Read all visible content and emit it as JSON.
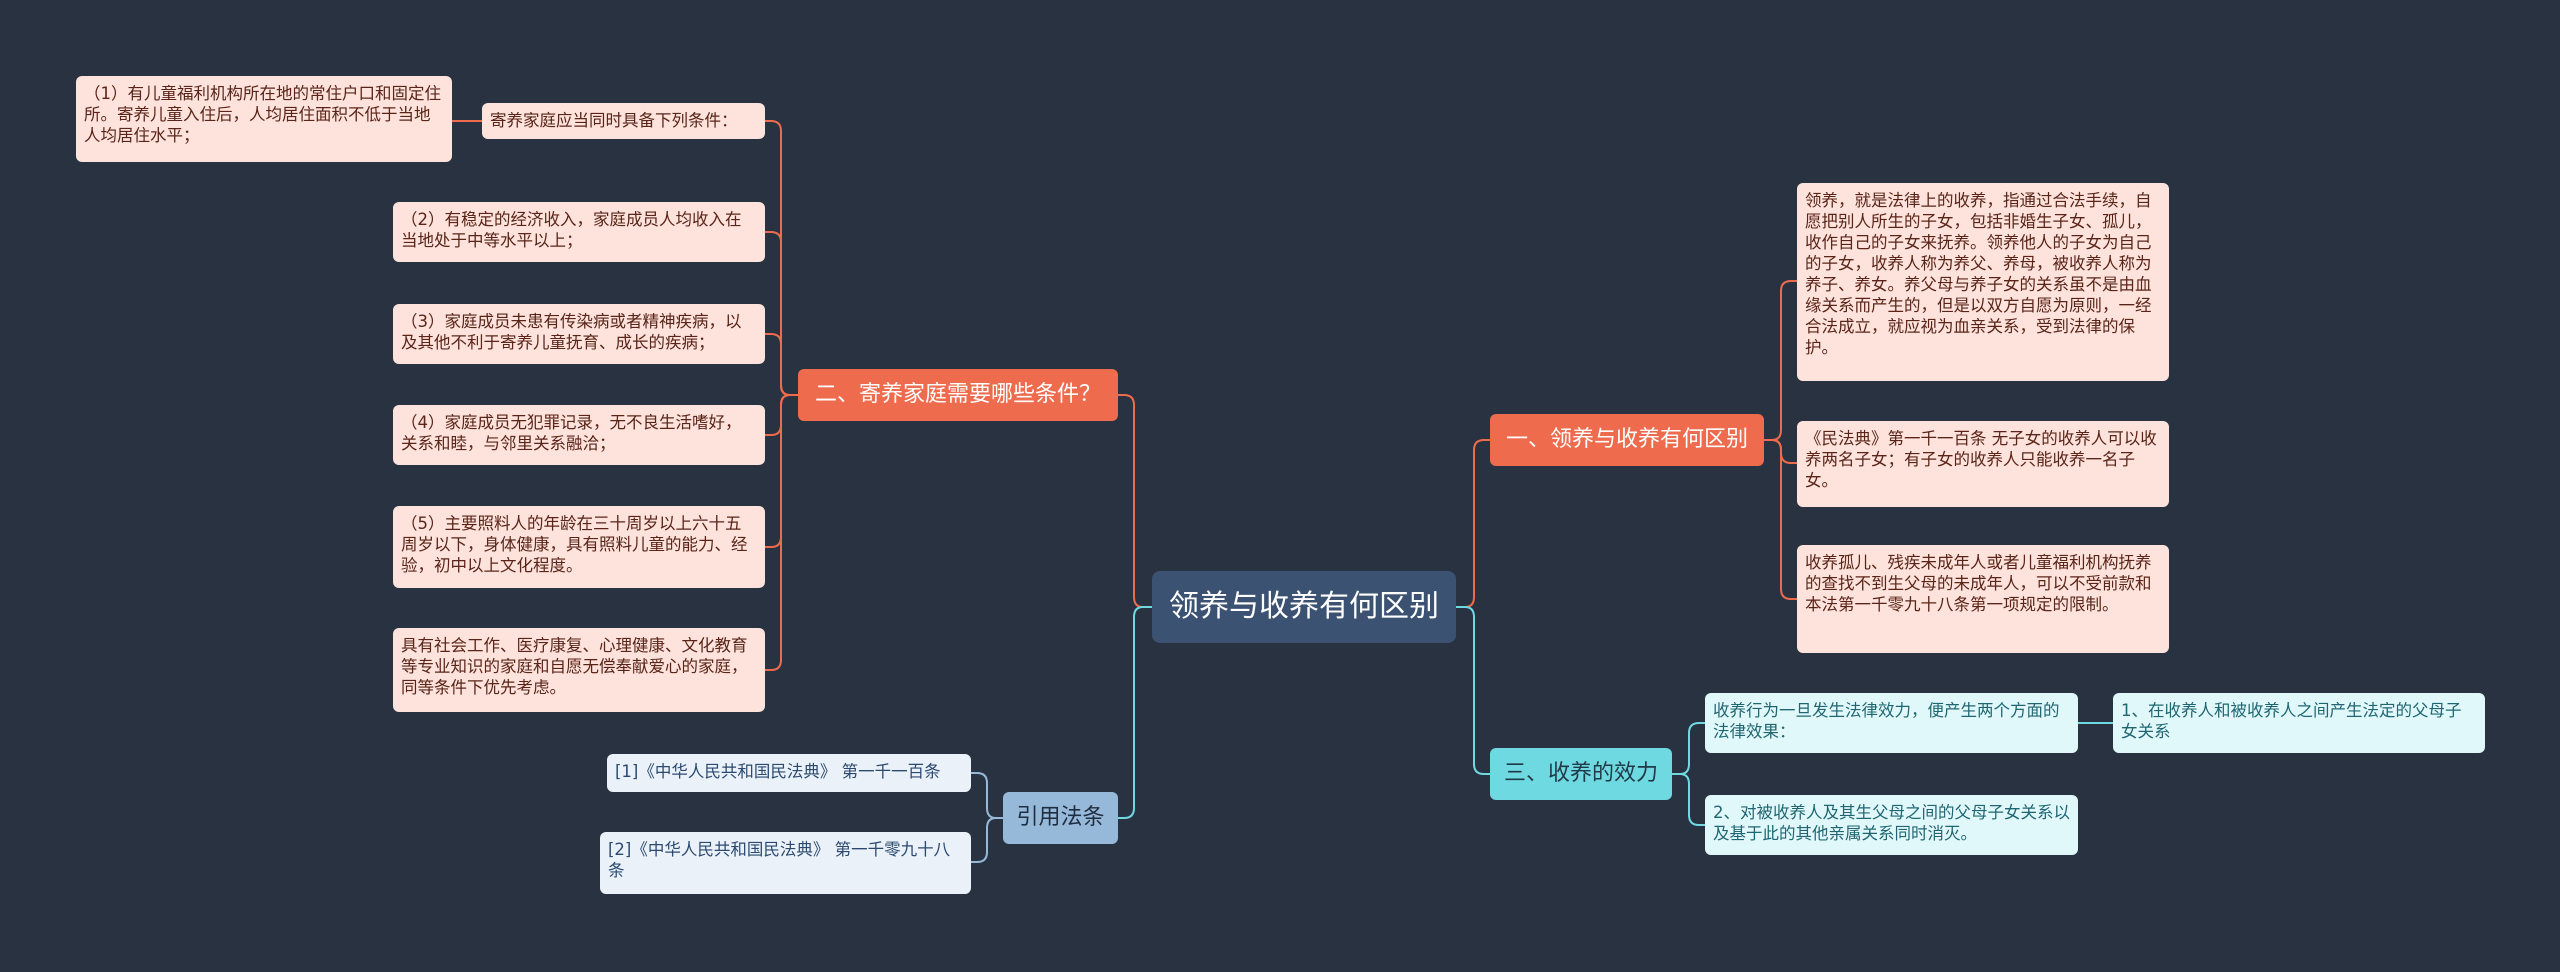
{
  "colors": {
    "background": "#283240",
    "root": "#3c5272",
    "orange": "#ee6b4d",
    "cyan": "#6fd9e2",
    "blue": "#97b9d9"
  },
  "root": {
    "label": "领养与收养有何区别"
  },
  "branch_diff": {
    "label": "一、领养与收养有何区别",
    "items": [
      "领养，就是法律上的收养，指通过合法手续，自愿把别人所生的子女，包括非婚生子女、孤儿，收作自己的子女来抚养。领养他人的子女为自己的子女，收养人称为养父、养母，被收养人称为养子、养女。养父母与养子女的关系虽不是由血缘关系而产生的，但是以双方自愿为原则，一经合法成立，就应视为血亲关系，受到法律的保护。",
      "《民法典》第一千一百条  无子女的收养人可以收养两名子女；有子女的收养人只能收养一名子女。",
      "收养孤儿、残疾未成年人或者儿童福利机构抚养的查找不到生父母的未成年人，可以不受前款和本法第一千零九十八条第一项规定的限制。"
    ]
  },
  "branch_effect": {
    "label": "三、收养的效力",
    "intro": "收养行为一旦发生法律效力，便产生两个方面的法律效果：",
    "intro_child": "1、在收养人和被收养人之间产生法定的父母子女关系",
    "item2": "2、对被收养人及其生父母之间的父母子女关系以及基于此的其他亲属关系同时消灭。"
  },
  "branch_foster": {
    "label": "二、寄养家庭需要哪些条件？",
    "conditions_label": "寄养家庭应当同时具备下列条件：",
    "condition1": "（1）有儿童福利机构所在地的常住户口和固定住所。寄养儿童入住后，人均居住面积不低于当地人均居住水平；",
    "items": [
      "（2）有稳定的经济收入，家庭成员人均收入在当地处于中等水平以上；",
      "（3）家庭成员未患有传染病或者精神疾病，以及其他不利于寄养儿童抚育、成长的疾病；",
      "（4）家庭成员无犯罪记录，无不良生活嗜好，关系和睦，与邻里关系融洽；",
      "（5）主要照料人的年龄在三十周岁以上六十五周岁以下，身体健康，具有照料儿童的能力、经验，初中以上文化程度。",
      "具有社会工作、医疗康复、心理健康、文化教育等专业知识的家庭和自愿无偿奉献爱心的家庭，同等条件下优先考虑。"
    ]
  },
  "branch_refs": {
    "label": "引用法条",
    "items": [
      "[1]《中华人民共和国民法典》 第一千一百条",
      "[2]《中华人民共和国民法典》 第一千零九十八条"
    ]
  }
}
